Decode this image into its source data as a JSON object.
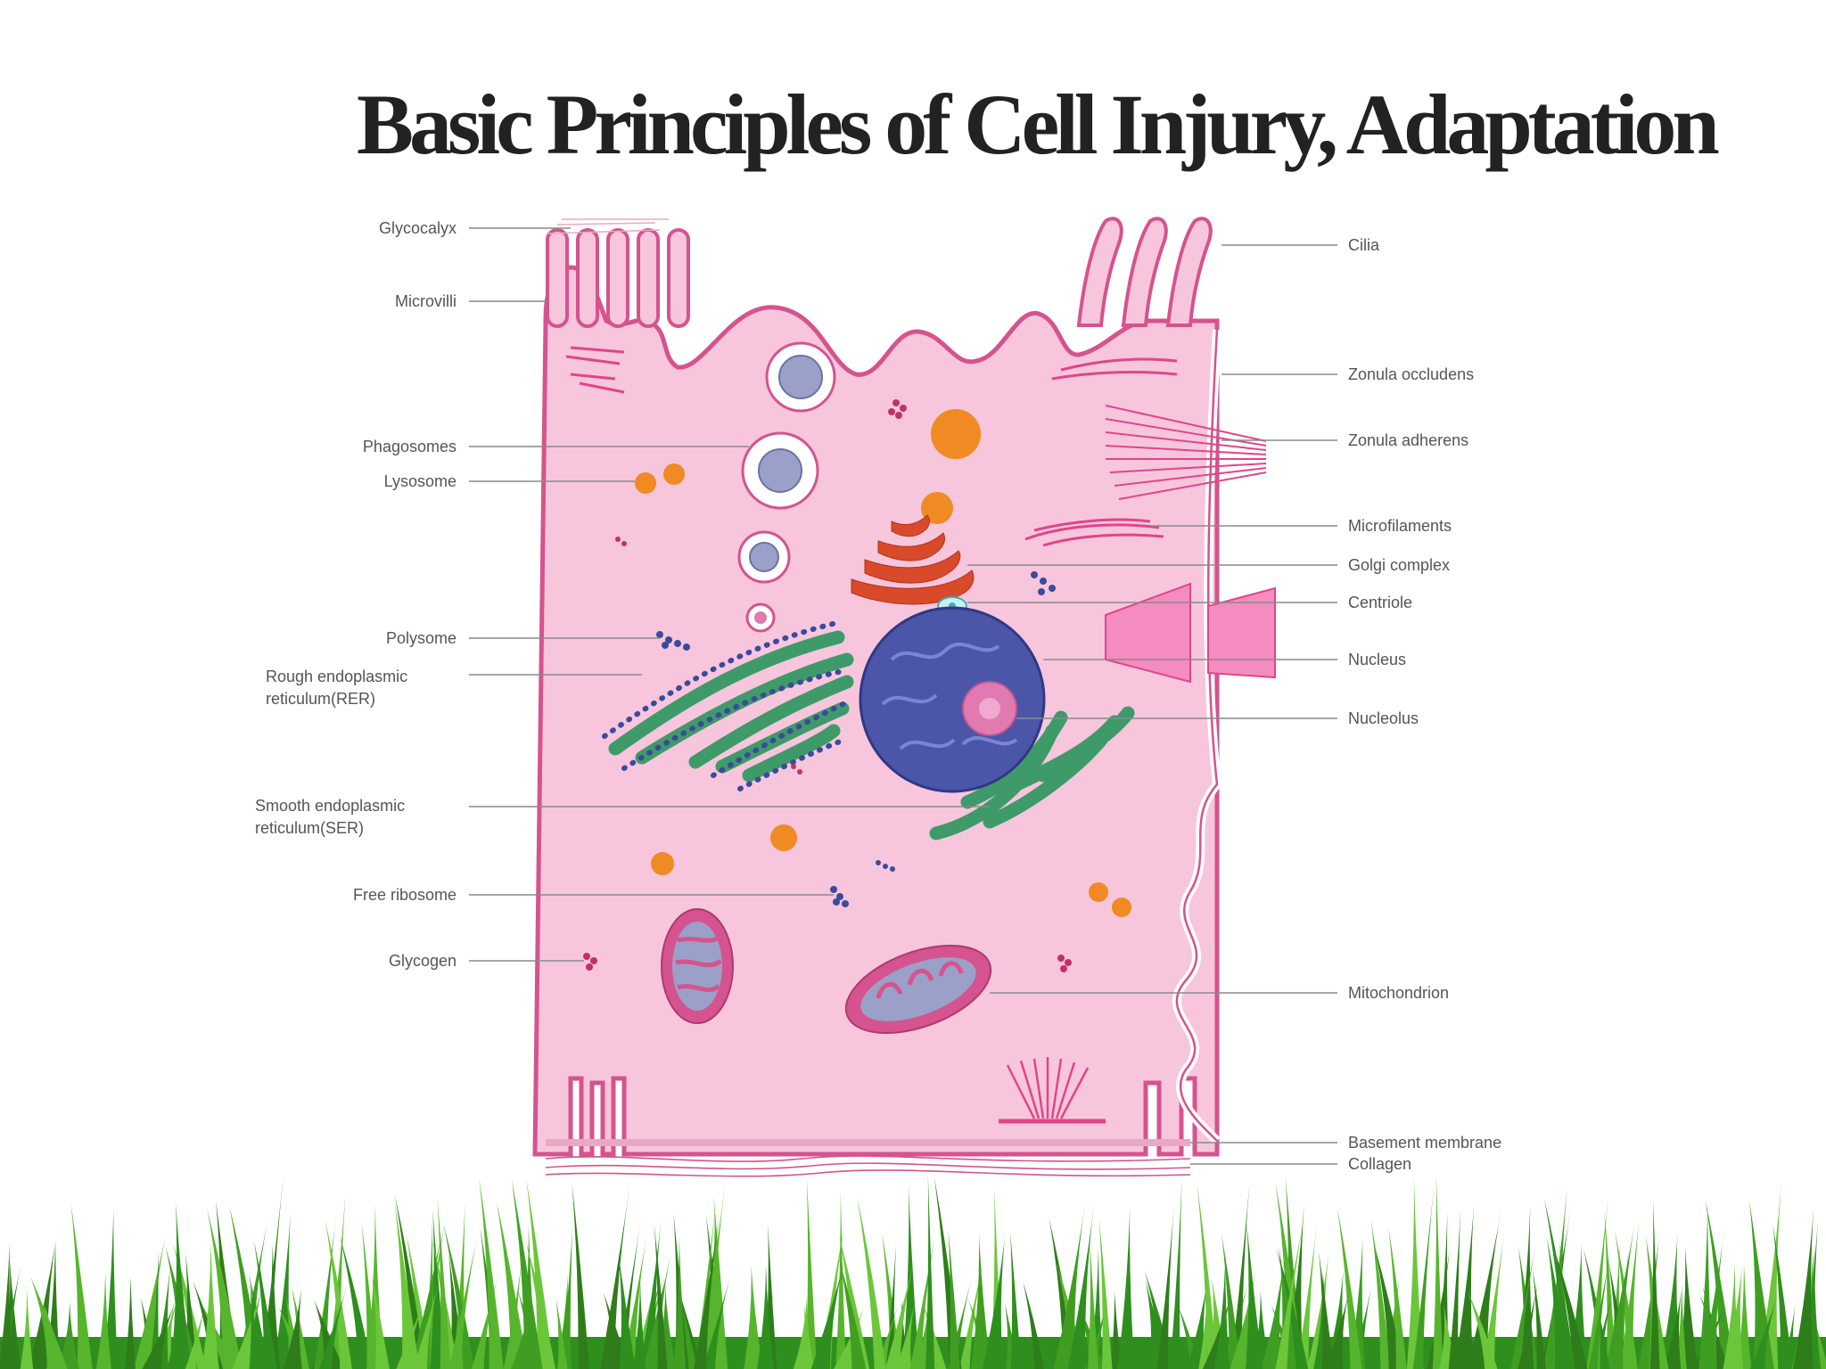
{
  "title": "Basic Principles of Cell Injury, Adaptation",
  "diagram": {
    "labels_left": {
      "glycocalyx": "Glycocalyx",
      "microvilli": "Microvilli",
      "phagosomes": "Phagosomes",
      "lysosome": "Lysosome",
      "polysome": "Polysome",
      "rer_1": "Rough endoplasmic",
      "rer_2": "reticulum(RER)",
      "ser_1": "Smooth endoplasmic",
      "ser_2": "reticulum(SER)",
      "free_ribosome": "Free ribosome",
      "glycogen": "Glycogen"
    },
    "labels_right": {
      "cilia": "Cilia",
      "zonula_occludens": "Zonula occludens",
      "zonula_adherens": "Zonula adherens",
      "microfilaments": "Microfilaments",
      "golgi": "Golgi complex",
      "centriole": "Centriole",
      "nucleus": "Nucleus",
      "nucleolus": "Nucleolus",
      "mitochondrion": "Mitochondrion",
      "basement_membrane": "Basement membrane",
      "collagen": "Collagen"
    }
  },
  "colors": {
    "cytoplasm": "#f7c6dc",
    "membrane": "#d5538e",
    "nucleus": "#4b56a8",
    "nucleolus": "#e07ab0",
    "er": "#3f9a6a",
    "lysosome": "#f08a22",
    "golgi": "#d94a2a",
    "grass": "#3f9e22"
  }
}
